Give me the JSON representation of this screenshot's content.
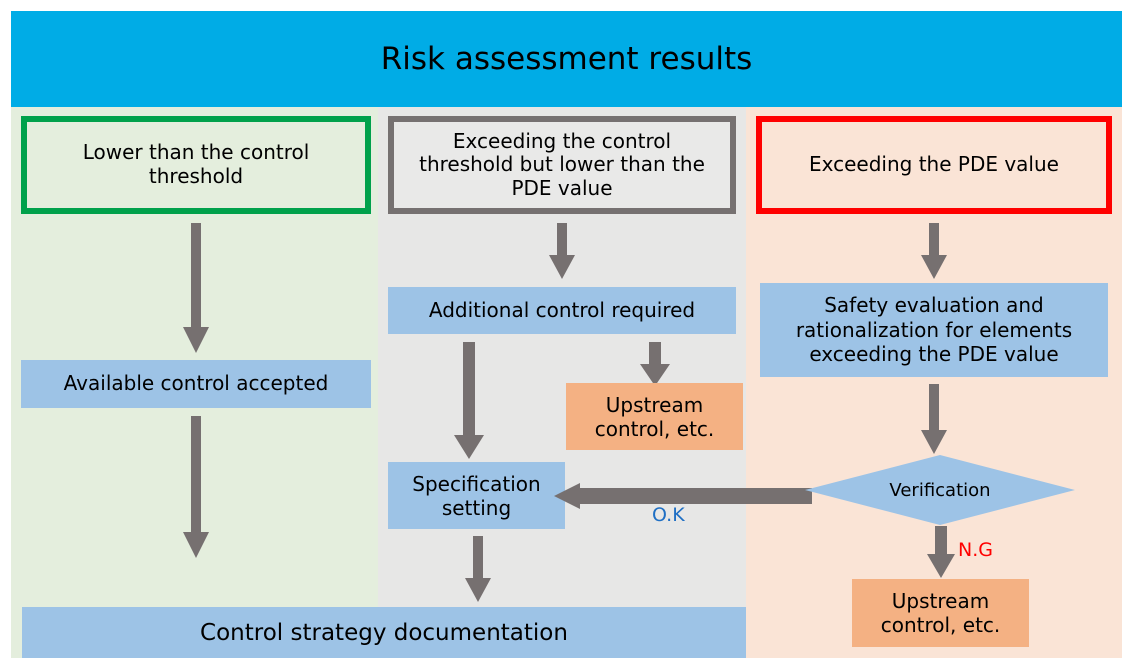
{
  "title": "Risk assessment results",
  "colors": {
    "title_banner": "#00ace6",
    "column_left_bg": "#e4eedd",
    "column_mid_bg": "#e7e7e6",
    "column_right_bg": "#fae4d6",
    "header_green_border": "#00a14b",
    "header_gray_border": "#767171",
    "header_red_border": "#ff0000",
    "process_blue": "#9dc3e6",
    "process_orange": "#f4b183",
    "arrow_gray": "#767070",
    "label_ok_blue": "#1f6fc4",
    "label_ng_red": "#ff0000"
  },
  "columns": {
    "left": {
      "header": "Lower than the control threshold",
      "nodes": [
        {
          "label": "Available control accepted"
        }
      ]
    },
    "middle": {
      "header": "Exceeding the control threshold but lower than the PDE value",
      "nodes": [
        {
          "label": "Additional control required"
        },
        {
          "label": "Upstream control, etc."
        },
        {
          "label": "Specification setting"
        }
      ]
    },
    "right": {
      "header": "Exceeding the PDE value",
      "nodes": [
        {
          "label": "Safety evaluation and rationalization for elements exceeding the PDE value"
        },
        {
          "label": "Verification"
        },
        {
          "label": "Upstream control, etc."
        }
      ]
    }
  },
  "edge_labels": {
    "ok": "O.K",
    "ng": "N.G"
  },
  "footer": {
    "label": "Control strategy documentation"
  }
}
